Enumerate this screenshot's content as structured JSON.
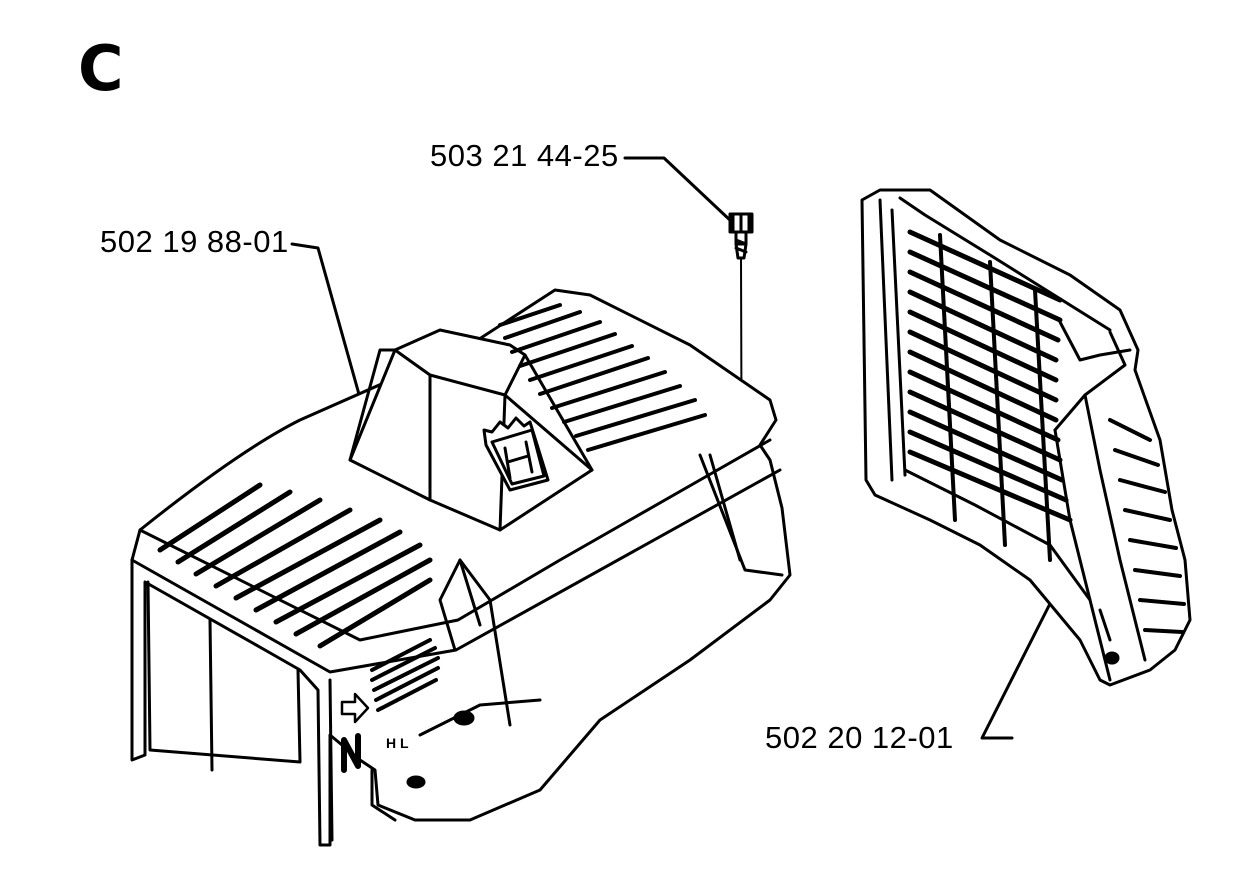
{
  "section_letter": "C",
  "parts": [
    {
      "name": "screw",
      "part_number": "503 21 44-25"
    },
    {
      "name": "top-cover",
      "part_number": "502 19 88-01"
    },
    {
      "name": "air-intake-grille",
      "part_number": "502 20 12-01"
    }
  ],
  "cover_markings": {
    "neutral_letter": "N",
    "arrow_symbol": "⇨",
    "choke_label": "H L"
  },
  "colors": {
    "ink": "#000000",
    "paper": "#ffffff"
  }
}
